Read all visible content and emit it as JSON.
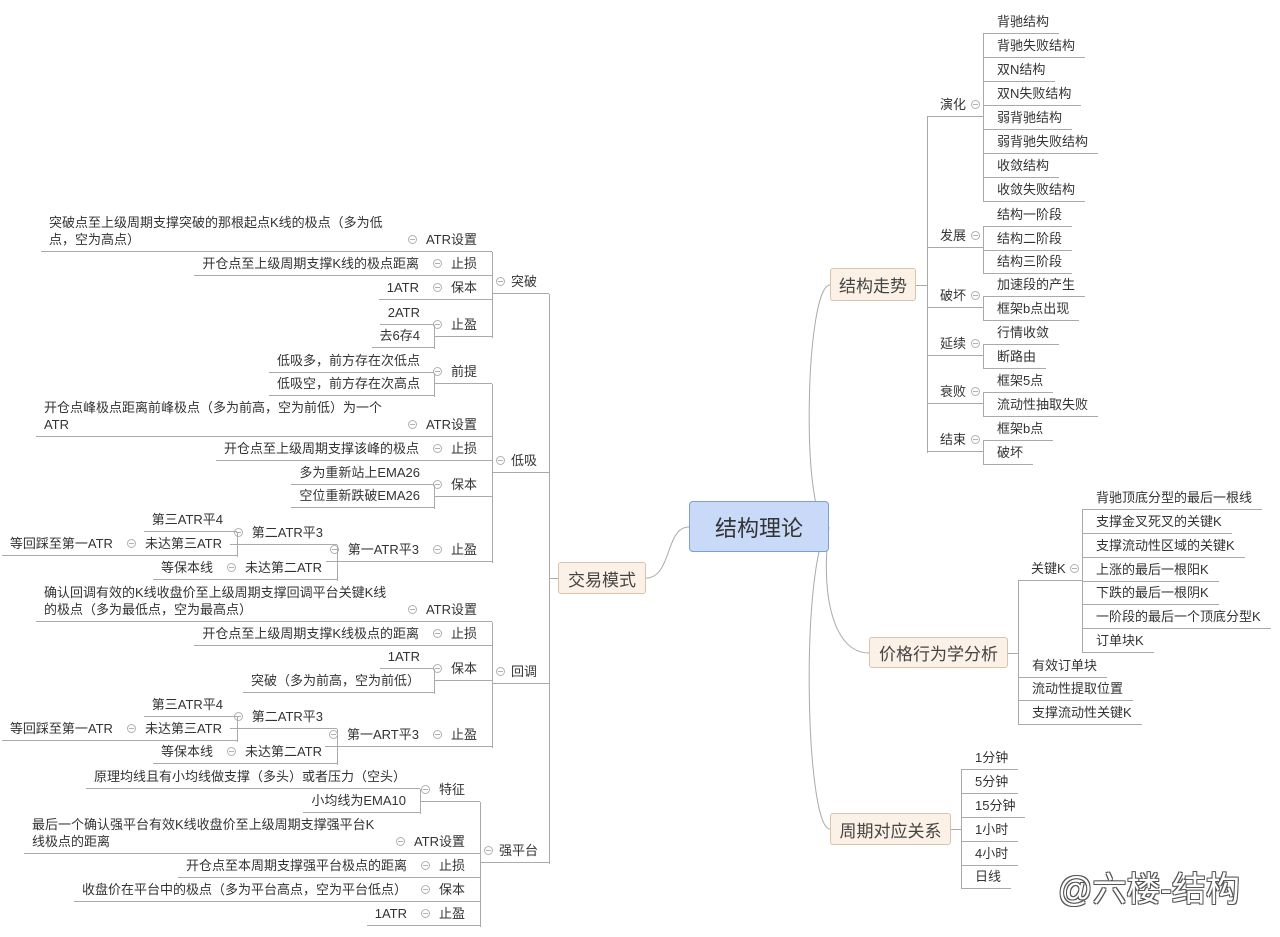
{
  "root": "结构理论",
  "watermark": "@六楼-结构",
  "structure_trend": {
    "label": "结构走势",
    "groups": [
      {
        "label": "演化",
        "items": [
          "背驰结构",
          "背驰失败结构",
          "双N结构",
          "双N失败结构",
          "弱背驰结构",
          "弱背驰失败结构",
          "收敛结构",
          "收敛失败结构"
        ]
      },
      {
        "label": "发展",
        "items": [
          "结构一阶段",
          "结构二阶段",
          "结构三阶段"
        ]
      },
      {
        "label": "破坏",
        "items": [
          "加速段的产生",
          "框架b点出现"
        ]
      },
      {
        "label": "延续",
        "items": [
          "行情收敛",
          "断路由"
        ]
      },
      {
        "label": "衰败",
        "items": [
          "框架5点",
          "流动性抽取失败"
        ]
      },
      {
        "label": "结束",
        "items": [
          "框架b点",
          "破坏"
        ]
      }
    ]
  },
  "price_action": {
    "label": "价格行为学分析",
    "key_k": {
      "label": "关键K",
      "items": [
        "背驰顶底分型的最后一根线",
        "支撑金叉死叉的关键K",
        "支撑流动性区域的关键K",
        "上涨的最后一根阳K",
        "下跌的最后一根阴K",
        "一阶段的最后一个顶底分型K",
        "订单块K"
      ]
    },
    "items": [
      "有效订单块",
      "流动性提取位置",
      "支撑流动性关键K"
    ]
  },
  "timeframes": {
    "label": "周期对应关系",
    "items": [
      "1分钟",
      "5分钟",
      "15分钟",
      "1小时",
      "4小时",
      "日线"
    ]
  },
  "trading": {
    "label": "交易模式",
    "breakout": {
      "label": "突破",
      "atr": {
        "label": "ATR设置",
        "value": "突破点至上级周期支撑突破的那根起点K线的极点（多为低点，空为高点）"
      },
      "stop_loss": {
        "label": "止损",
        "value": "开仓点至上级周期支撑K线的极点距离"
      },
      "breakeven": {
        "label": "保本",
        "value": "1ATR"
      },
      "take_profit": {
        "label": "止盈",
        "items": [
          "2ATR",
          "去6存4"
        ]
      }
    },
    "dip": {
      "label": "低吸",
      "premise": {
        "label": "前提",
        "items": [
          "低吸多，前方存在次低点",
          "低吸空，前方存在次高点"
        ]
      },
      "atr": {
        "label": "ATR设置",
        "value": "开仓点峰极点距离前峰极点（多为前高，空为前低）为一个ATR"
      },
      "stop_loss": {
        "label": "止损",
        "value": "开仓点至上级周期支撑该峰的极点"
      },
      "breakeven": {
        "label": "保本",
        "items": [
          "多为重新站上EMA26",
          "空位重新跌破EMA26"
        ]
      },
      "take_profit": {
        "label": "止盈",
        "first": "第一ATR平3",
        "second": "第二ATR平3",
        "third": "第三ATR平4",
        "not_third": "未达第三ATR",
        "not_third_action": "等回踩至第一ATR",
        "not_second": "未达第二ATR",
        "not_second_action": "等保本线"
      }
    },
    "pullback": {
      "label": "回调",
      "atr": {
        "label": "ATR设置",
        "value": "确认回调有效的K线收盘价至上级周期支撑回调平台关键K线的极点（多为最低点，空为最高点）"
      },
      "stop_loss": {
        "label": "止损",
        "value": "开仓点至上级周期支撑K线极点的距离"
      },
      "breakeven": {
        "label": "保本",
        "items": [
          "1ATR",
          "突破（多为前高，空为前低）"
        ]
      },
      "take_profit": {
        "label": "止盈",
        "first": "第一ART平3",
        "second": "第二ATR平3",
        "third": "第三ATR平4",
        "not_third": "未达第三ATR",
        "not_third_action": "等回踩至第一ATR",
        "not_second": "未达第二ATR",
        "not_second_action": "等保本线"
      }
    },
    "platform": {
      "label": "强平台",
      "feature": {
        "label": "特征",
        "items": [
          "原理均线且有小均线做支撑（多头）或者压力（空头）",
          "小均线为EMA10"
        ]
      },
      "atr": {
        "label": "ATR设置",
        "value": "最后一个确认强平台有效K线收盘价至上级周期支撑强平台K线极点的距离"
      },
      "stop_loss": {
        "label": "止损",
        "value": "开仓点至本周期支撑强平台极点的距离"
      },
      "breakeven": {
        "label": "保本",
        "value": "收盘价在平台中的极点（多为平台高点，空为平台低点）"
      },
      "take_profit": {
        "label": "止盈",
        "value": "1ATR"
      }
    }
  }
}
